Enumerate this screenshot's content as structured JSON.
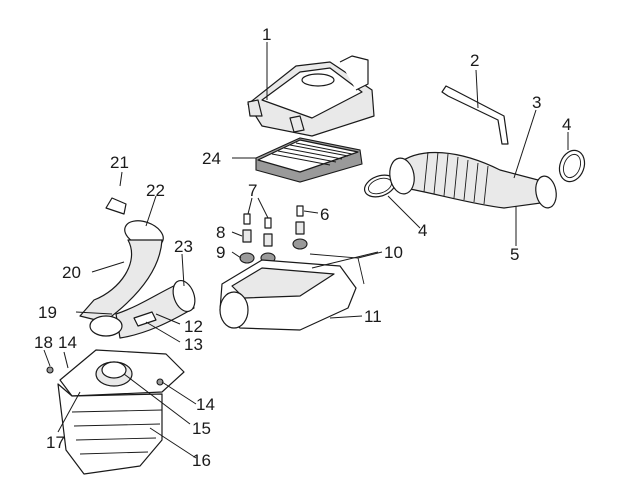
{
  "parts": [
    {
      "id": "callout-1",
      "text": "1"
    },
    {
      "id": "callout-2",
      "text": "2"
    },
    {
      "id": "callout-3",
      "text": "3"
    },
    {
      "id": "callout-4a",
      "text": "4"
    },
    {
      "id": "callout-4b",
      "text": "4"
    },
    {
      "id": "callout-5",
      "text": "5"
    },
    {
      "id": "callout-6",
      "text": "6"
    },
    {
      "id": "callout-7",
      "text": "7"
    },
    {
      "id": "callout-8",
      "text": "8"
    },
    {
      "id": "callout-9",
      "text": "9"
    },
    {
      "id": "callout-10",
      "text": "10"
    },
    {
      "id": "callout-11",
      "text": "11"
    },
    {
      "id": "callout-12",
      "text": "12"
    },
    {
      "id": "callout-13",
      "text": "13"
    },
    {
      "id": "callout-14a",
      "text": "14"
    },
    {
      "id": "callout-14b",
      "text": "14"
    },
    {
      "id": "callout-15",
      "text": "15"
    },
    {
      "id": "callout-16",
      "text": "16"
    },
    {
      "id": "callout-17",
      "text": "17"
    },
    {
      "id": "callout-18",
      "text": "18"
    },
    {
      "id": "callout-19",
      "text": "19"
    },
    {
      "id": "callout-20",
      "text": "20"
    },
    {
      "id": "callout-21",
      "text": "21"
    },
    {
      "id": "callout-22",
      "text": "22"
    },
    {
      "id": "callout-23",
      "text": "23"
    },
    {
      "id": "callout-24",
      "text": "24"
    }
  ]
}
